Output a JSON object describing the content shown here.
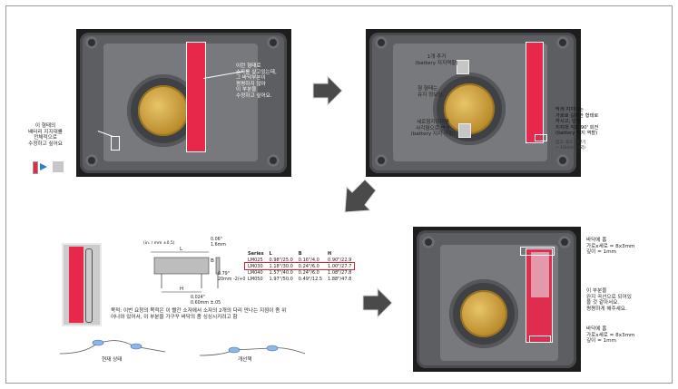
{
  "panel1": {
    "callout_right": "이런 형태로\n소자를 살고있는데,\n그 바닥부분이\n평평하지 않아\n이 부분을\n수정하고 싶어요.",
    "callout_left": "이 형태의\n배터리 지지대를\n전체적으로\n수정하고 싶어요"
  },
  "panel2": {
    "label_top": "1개 추가\n(battery 지지역할)",
    "label_mid": "형 형태는\n유지 정보임.",
    "label_bottom": "세로형지지대를\n사각형으로 변경\n(battery 지지 역할)",
    "label_right": "막게 지지대는\n가로로 길쭉한 형태로\n하시고, 단자\n지지대 각도 90' 회전\n(battery 지지 역할)",
    "label_right_note": "참고. 들도 하단기\n~ 10mm (내외)"
  },
  "panel3": {
    "label_top": "바닥에 홈\n가로x세로 = 8x3mm\n깊이 = 1mm",
    "label_mid": "이 부분을\n완지 곡선으로 되어있\n을 것 같아서요.\n평평하게 해주세요.",
    "label_bottom": "바닥에 홈\n가로x세로 = 8x3mm\n깊이 = 1mm"
  },
  "diagram": {
    "unit_note": "(in. / mm ±0.5)",
    "dim_top_right": "0.06\"\n1.6mm",
    "dim_right_small": "0.79\"\n20mm -2/+0",
    "dim_bottom": "0.024\"\n0.60mm ±.05",
    "dim_l": "L",
    "dim_b": "B",
    "dim_h": "H",
    "table_headers": [
      "Series",
      "L",
      "B",
      "H"
    ],
    "table_rows": [
      [
        "LM025",
        "0.98\"/25.0",
        "0.16\"/4.0",
        "0.90\"/22.9"
      ],
      [
        "LM030",
        "1.18\"/30.0",
        "0.24\"/6.0",
        "1.00\"/27.7"
      ],
      [
        "LM040",
        "1.57\"/40.0",
        "0.24\"/6.0",
        "1.08\"/27.8"
      ],
      [
        "LM050",
        "1.97\"/50.0",
        "0.49\"/12.5",
        "1.88\"/47.8"
      ]
    ],
    "highlight_row": 1,
    "purpose_text": "목적: 이번 요청의 목적은 이 빨간 소자에서 소자의 2개의 다리 만나는 지점이 좀 위\n어나와 있어서, 이 부분을 가구꾸 바닥의 좀 싱싱시키려고 함",
    "caption_current": "현재 상태",
    "caption_improved": "개선책"
  },
  "colors": {
    "red_element": "#e8284a",
    "legend_blue_arrow": "#2a7fd4",
    "legend_grey": "#c6c6c6",
    "arrow_grey": "#4a4a4a"
  }
}
